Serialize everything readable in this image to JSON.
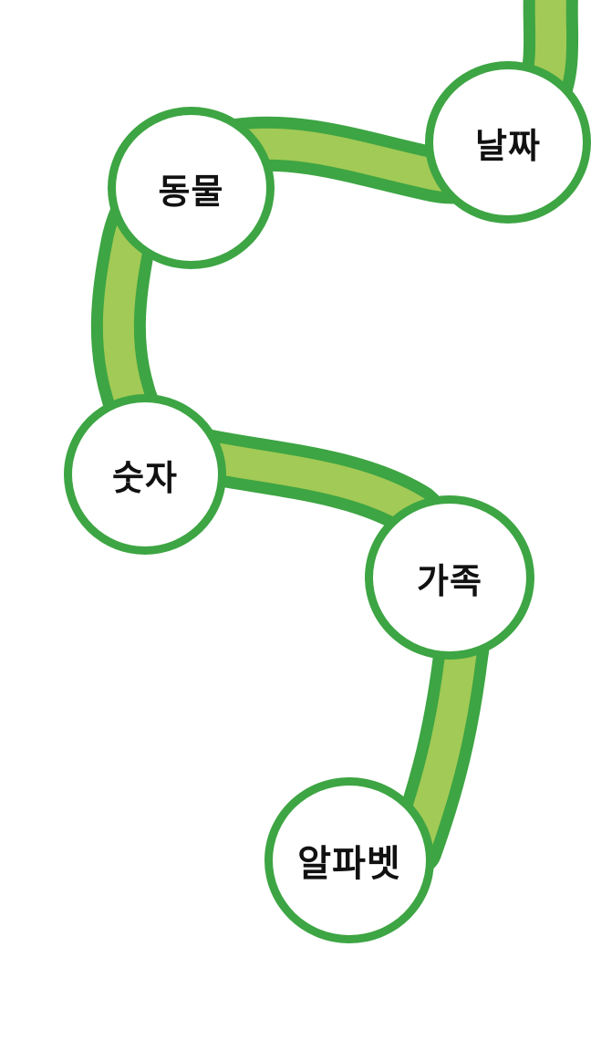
{
  "theme": {
    "path_outer": "#3da543",
    "path_inner": "#a2ca56",
    "node_ring": "#3da543",
    "node_fill": "#ffffff",
    "label_color": "#111111"
  },
  "levels": [
    {
      "id": "date",
      "label": "날짜"
    },
    {
      "id": "animal",
      "label": "동물"
    },
    {
      "id": "number",
      "label": "숫자"
    },
    {
      "id": "family",
      "label": "가족"
    },
    {
      "id": "alphabet",
      "label": "알파벳"
    }
  ]
}
